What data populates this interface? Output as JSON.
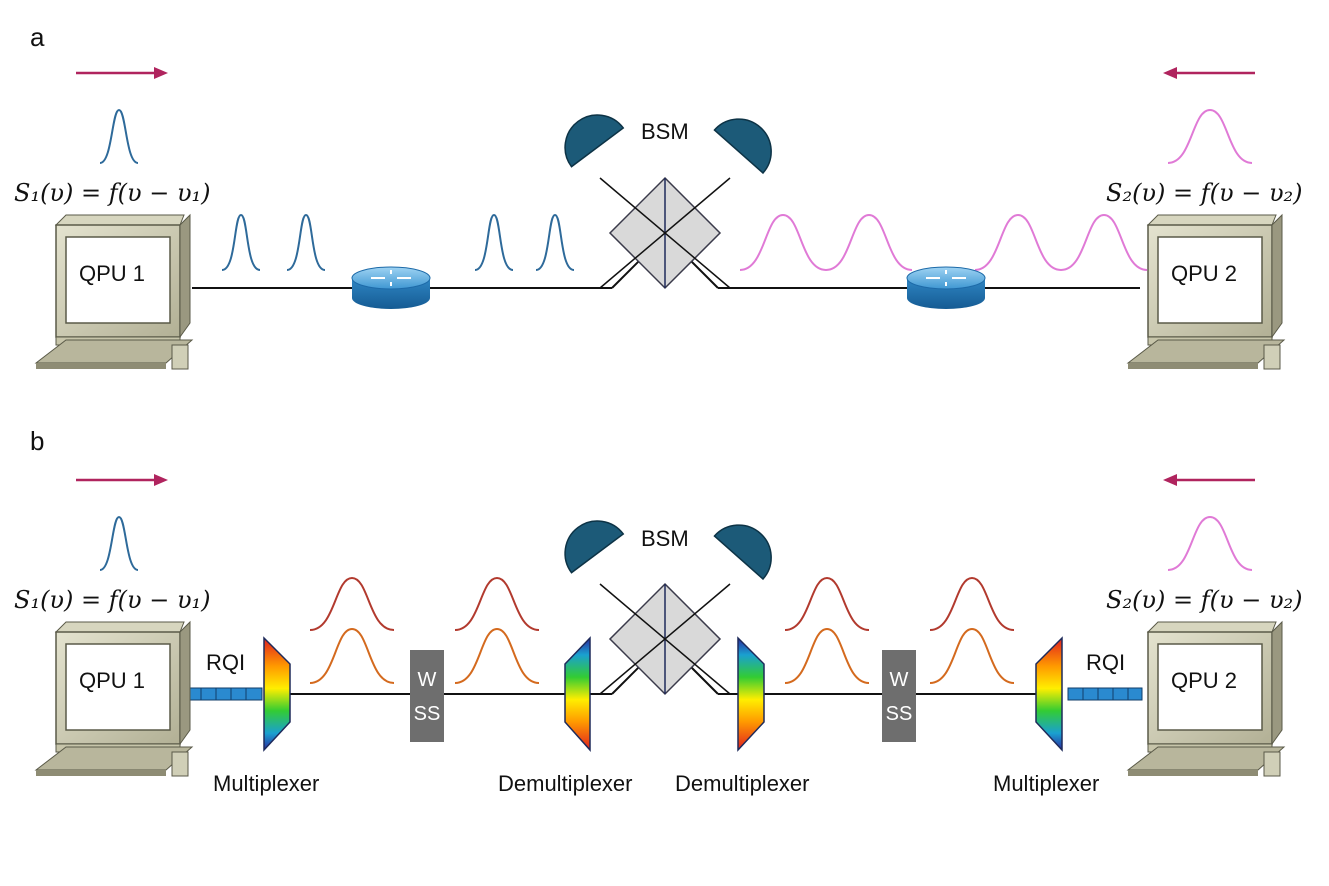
{
  "panels": {
    "a": {
      "label": "a",
      "bsm_label": "BSM",
      "qpu_left": "QPU 1",
      "qpu_right": "QPU 2",
      "spectrum_left": "S₁(υ) = f(υ − υ₁)",
      "spectrum_right": "S₂(υ) = f(υ − υ₂)"
    },
    "b": {
      "label": "b",
      "bsm_label": "BSM",
      "qpu_left": "QPU 1",
      "qpu_right": "QPU 2",
      "spectrum_left": "S₁(υ) = f(υ − υ₁)",
      "spectrum_right": "S₂(υ) = f(υ − υ₂)",
      "rqi_left": "RQI",
      "rqi_right": "RQI",
      "wss_line1": "W",
      "wss_line2": "SS",
      "mux_left": "Multiplexer",
      "demux_left": "Demultiplexer",
      "demux_right": "Demultiplexer",
      "mux_right": "Multiplexer"
    }
  },
  "colors": {
    "arrow": "#b0245e",
    "pulse_left": "#2e6a9a",
    "pulse_right": "#e07ad6",
    "pulse_dark_red": "#b23a2e",
    "pulse_orange": "#d46a1e",
    "detector": "#1c5a78",
    "wss_box": "#6e6e6e"
  },
  "icons": [
    "computer-icon",
    "router-icon",
    "detector-icon",
    "beam-splitter-icon",
    "prism-icon",
    "wss-icon",
    "rqi-icon",
    "arrow-right-icon",
    "arrow-left-icon"
  ]
}
